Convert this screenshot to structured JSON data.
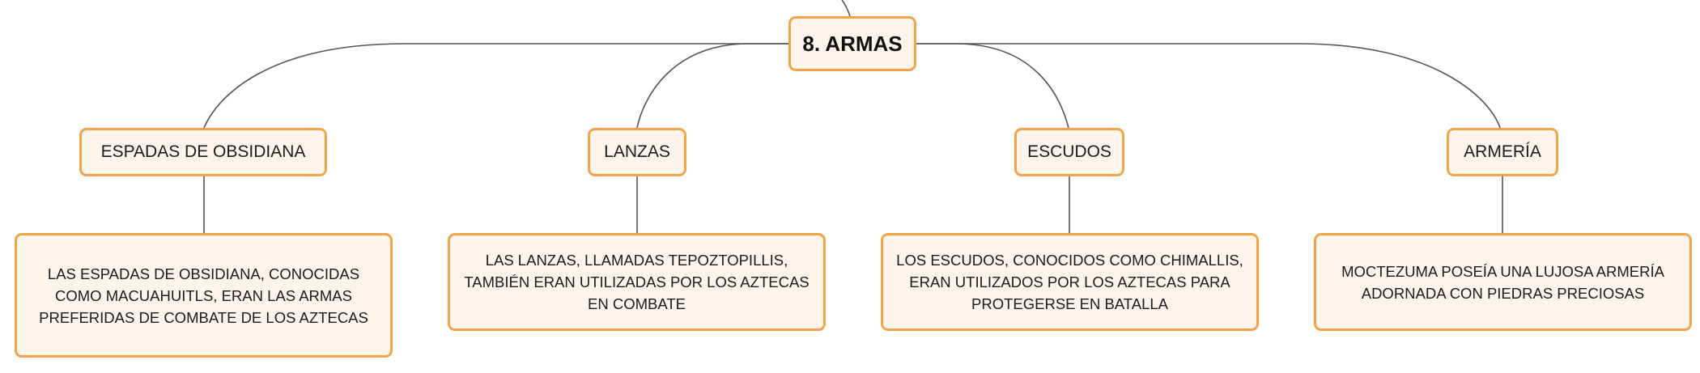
{
  "title": "8. ARMAS",
  "colors": {
    "border": "#f2a44a",
    "fill": "#fef4ea",
    "line": "#555555"
  },
  "branches": [
    {
      "label": "ESPADAS DE OBSIDIANA",
      "detail": "LAS ESPADAS DE OBSIDIANA, CONOCIDAS COMO MACUAHUITLS, ERAN LAS ARMAS PREFERIDAS DE COMBATE DE LOS AZTECAS"
    },
    {
      "label": "LANZAS",
      "detail": "LAS LANZAS, LLAMADAS TEPOZTOPILLIS, TAMBIÉN ERAN UTILIZADAS POR LOS AZTECAS EN COMBATE"
    },
    {
      "label": "ESCUDOS",
      "detail": "LOS ESCUDOS, CONOCIDOS COMO CHIMALLIS, ERAN UTILIZADOS POR LOS AZTECAS PARA PROTEGERSE EN BATALLA"
    },
    {
      "label": "ARMERÍA",
      "detail": "MOCTEZUMA POSEÍA UNA LUJOSA ARMERÍA ADORNADA CON PIEDRAS PRECIOSAS"
    }
  ]
}
